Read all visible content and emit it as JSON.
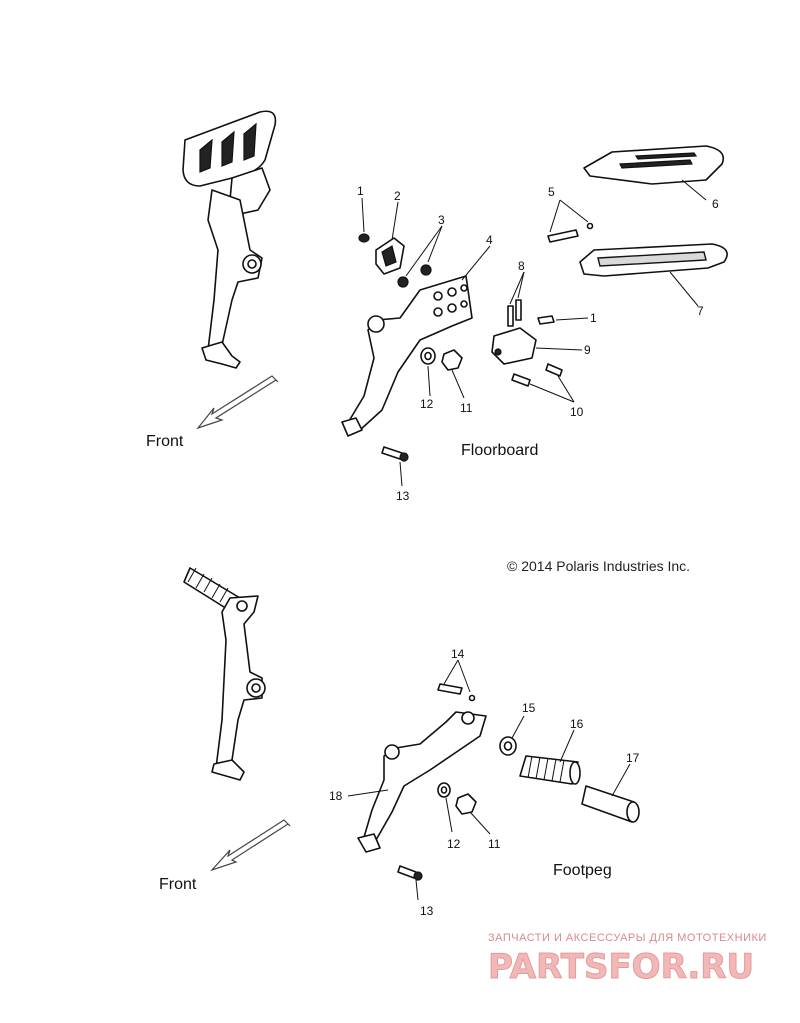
{
  "sections": {
    "floorboard": {
      "title": "Floorboard",
      "front_label": "Front"
    },
    "footpeg": {
      "title": "Footpeg",
      "front_label": "Front"
    }
  },
  "callouts": {
    "c1a": "1",
    "c2": "2",
    "c3": "3",
    "c4": "4",
    "c5": "5",
    "c6": "6",
    "c7": "7",
    "c8": "8",
    "c1b": "1",
    "c9": "9",
    "c10": "10",
    "c11a": "11",
    "c12a": "12",
    "c13a": "13",
    "c14": "14",
    "c15": "15",
    "c16": "16",
    "c17": "17",
    "c18": "18",
    "c12b": "12",
    "c11b": "11",
    "c13b": "13"
  },
  "copyright": "© 2014 Polaris Industries Inc.",
  "watermark": {
    "tagline": "ЗАПЧАСТИ И АКСЕССУАРЫ ДЛЯ МОТОТЕХНИКИ",
    "brand": "PARTSFOR.RU"
  }
}
